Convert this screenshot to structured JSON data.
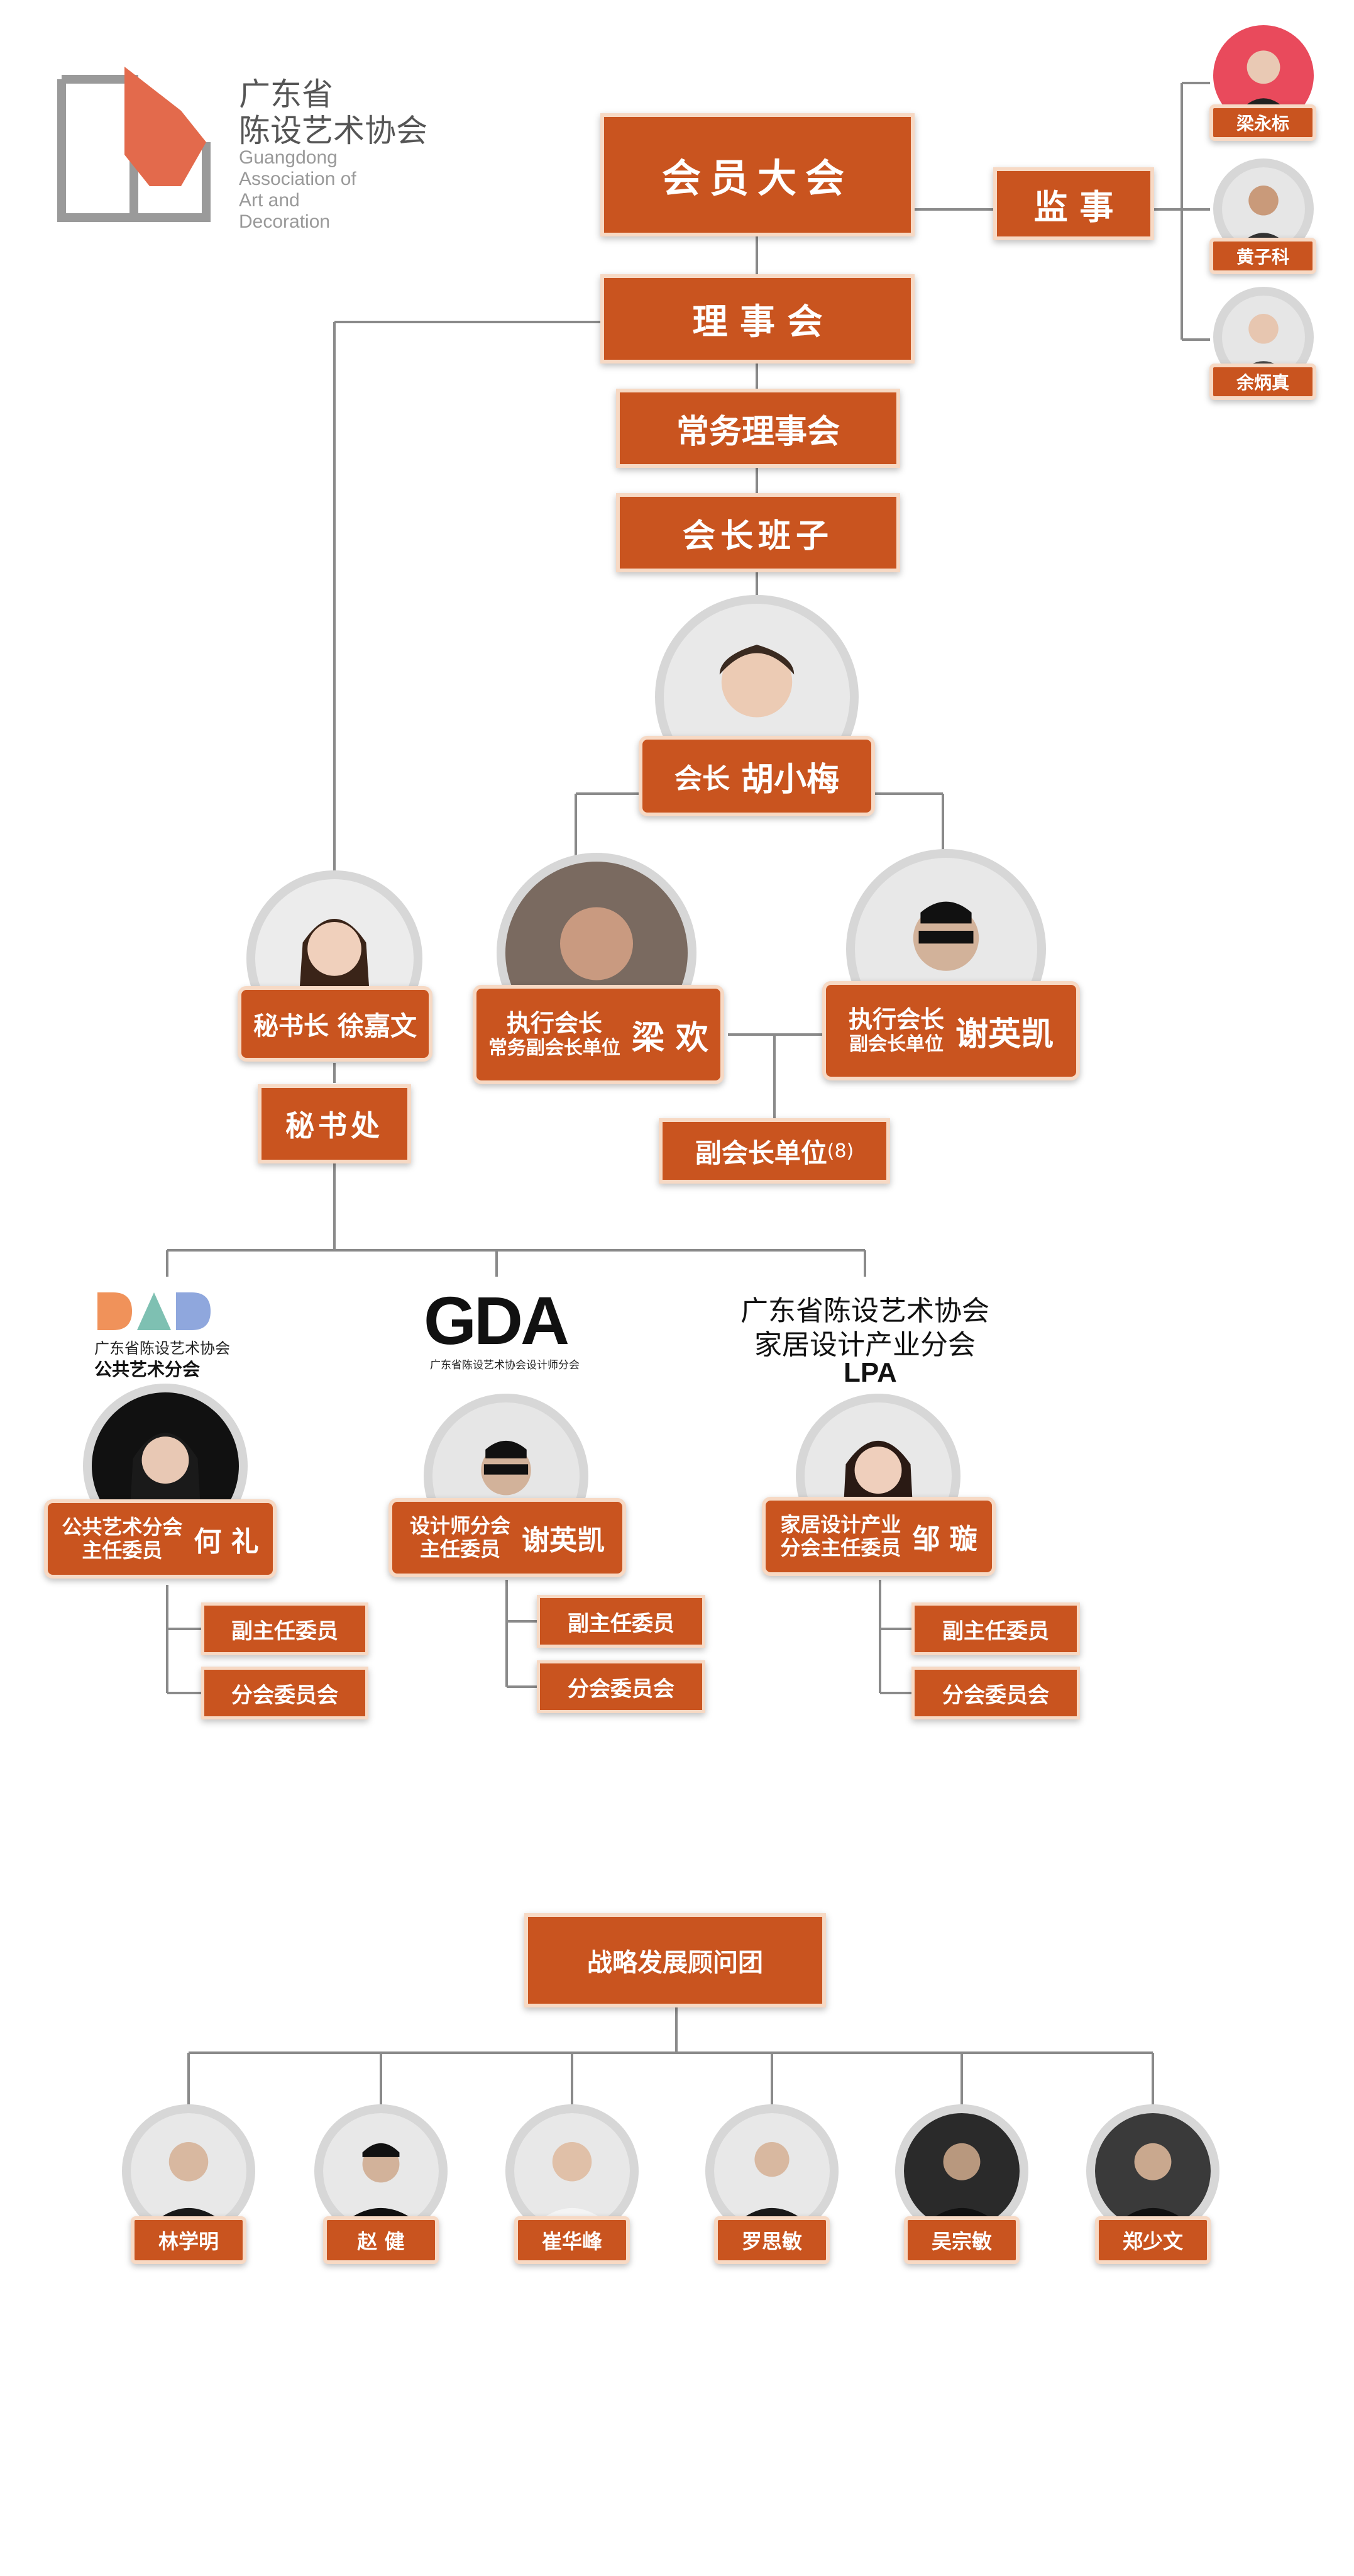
{
  "logo": {
    "name_cn_line1": "广东省",
    "name_cn_line2": "陈设艺术协会",
    "name_en": [
      "Guangdong",
      "Association of",
      "Art and",
      "Decoration"
    ]
  },
  "nodes": {
    "general_assembly": "会员大会",
    "supervisors": "监 事",
    "board": "理 事 会",
    "standing_board": "常务理事会",
    "presidium": "会长班子",
    "secretariat": "秘书处",
    "vp_units": "副会长单位",
    "vp_units_count": "(8)",
    "advisory_group": "战略发展顾问团"
  },
  "supervisor_people": [
    "梁永标",
    "黄子科",
    "余炳真"
  ],
  "president": {
    "title": "会长",
    "name": "胡小梅"
  },
  "exec_vp_1": {
    "title": "执行会长",
    "subtitle": "常务副会长单位",
    "name": "梁 欢"
  },
  "exec_vp_2": {
    "title": "执行会长",
    "subtitle": "副会长单位",
    "name": "谢英凯"
  },
  "secretary_general": {
    "title": "秘书长",
    "name": "徐嘉文"
  },
  "branches": [
    {
      "logo": "DAD",
      "logo_sub1": "广东省陈设艺术协会",
      "logo_sub2": "公共艺术分会",
      "role_line1": "公共艺术分会",
      "role_line2": "主任委员",
      "name": "何 礼",
      "deputy": "副主任委员",
      "committee": "分会委员会"
    },
    {
      "logo": "GDA",
      "logo_sub1": "广东省陈设艺术协会设计师分会",
      "role_line1": "设计师分会",
      "role_line2": "主任委员",
      "name": "谢英凯",
      "deputy": "副主任委员",
      "committee": "分会委员会"
    },
    {
      "logo_line1": "广东省陈设艺术协会",
      "logo_line2": "家居设计产业分会",
      "logo_line3": "LPA",
      "role_line1": "家居设计产业",
      "role_line2": "分会主任委员",
      "name": "邹 璇",
      "deputy": "副主任委员",
      "committee": "分会委员会"
    }
  ],
  "advisors": [
    "林学明",
    "赵 健",
    "崔华峰",
    "罗思敏",
    "吴宗敏",
    "郑少文"
  ],
  "colors": {
    "accent": "#c9541f",
    "accent_border": "#f7d9c4",
    "line": "#888888"
  }
}
